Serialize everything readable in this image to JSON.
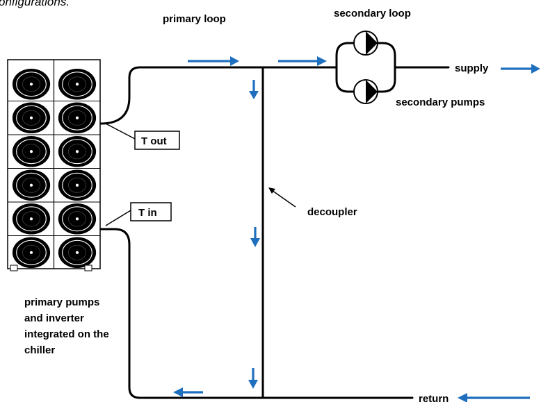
{
  "header_cut_text": "onfigurations.",
  "labels": {
    "primary_loop": "primary loop",
    "secondary_loop": "secondary loop",
    "supply": "supply",
    "return": "return",
    "secondary_pumps": "secondary pumps",
    "decoupler": "decoupler",
    "t_out": "T out",
    "t_in": "T in",
    "primary_pumps_lines": [
      "primary pumps",
      "and inverter",
      "integrated on the",
      "chiller"
    ]
  },
  "colors": {
    "flow_arrow": "#1f6fbf",
    "pipe": "#000000"
  },
  "chiller": {
    "fan_rows": 6,
    "fan_columns": 2
  }
}
